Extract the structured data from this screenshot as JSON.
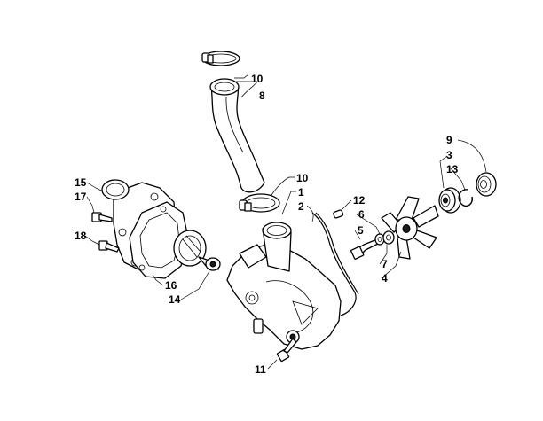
{
  "callouts": {
    "c10a": "10",
    "c8": "8",
    "c10b": "10",
    "c1": "1",
    "c2": "2",
    "c12": "12",
    "c6": "6",
    "c5": "5",
    "c7": "7",
    "c4": "4",
    "c9": "9",
    "c3": "3",
    "c13": "13",
    "c15": "15",
    "c17": "17",
    "c18": "18",
    "c16": "16",
    "c14": "14",
    "c11": "11"
  }
}
